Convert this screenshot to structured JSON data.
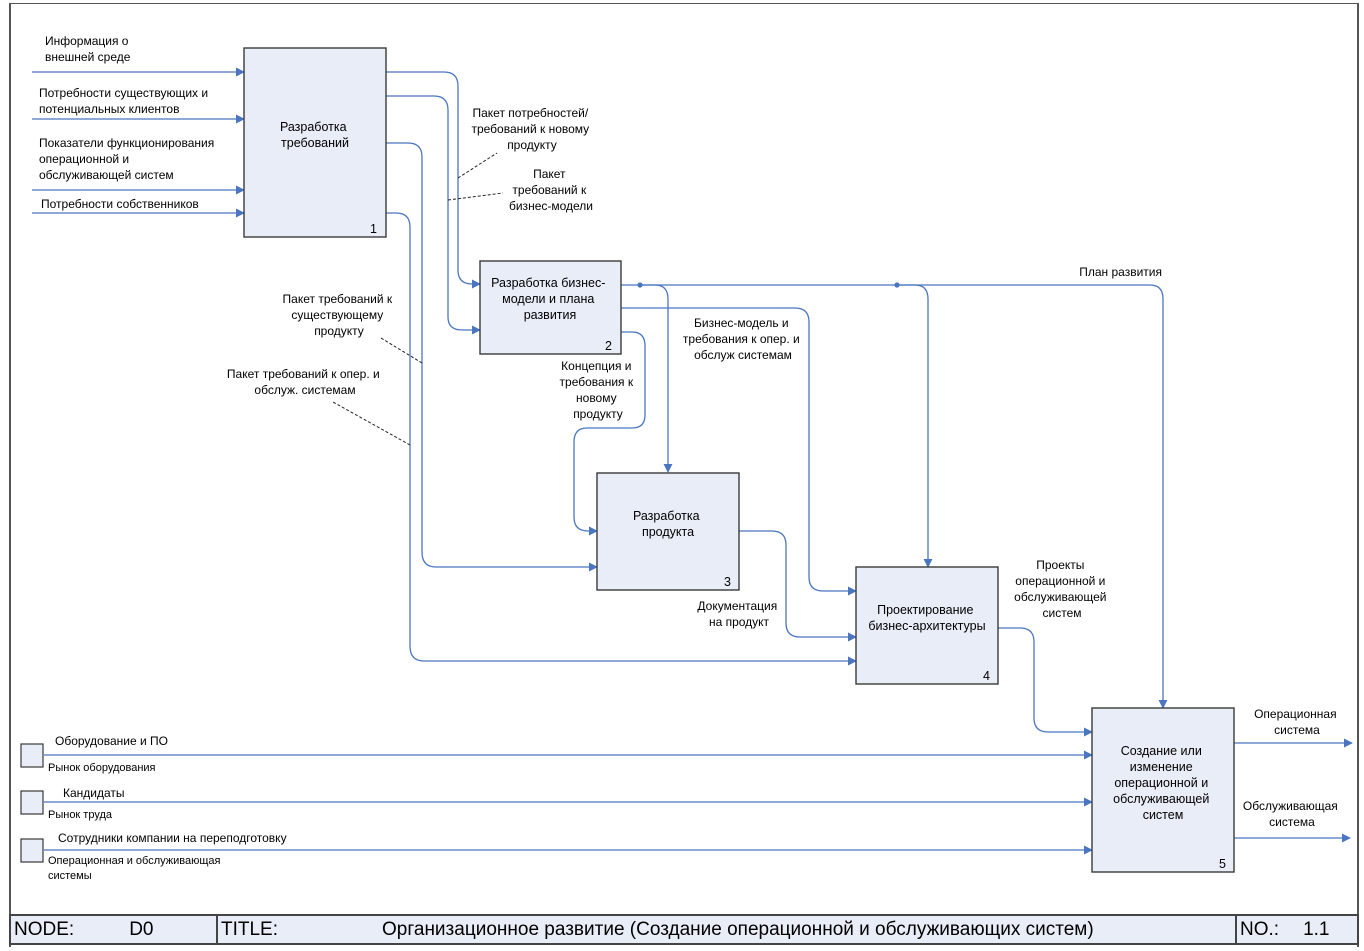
{
  "boxes": [
    {
      "id": 1,
      "title": [
        "Разработка",
        "требований"
      ],
      "number": "1"
    },
    {
      "id": 2,
      "title": [
        "Разработка бизнес-",
        "модели и плана",
        "развития"
      ],
      "number": "2"
    },
    {
      "id": 3,
      "title": [
        "Разработка",
        "продукта"
      ],
      "number": "3"
    },
    {
      "id": 4,
      "title": [
        "Проектирование",
        "бизнес-архитектуры"
      ],
      "number": "4"
    },
    {
      "id": 5,
      "title": [
        "Создание или",
        "изменение",
        "операционной и",
        "обслуживающей",
        "систем"
      ],
      "number": "5"
    }
  ],
  "inputs_box1": [
    {
      "label": [
        "Информация о",
        "внешней среде"
      ]
    },
    {
      "label": [
        "Потребности существующих и",
        "потенциальных клиентов"
      ]
    },
    {
      "label": [
        "Показатели функционирования",
        "операционной и",
        "обслуживающей систем"
      ]
    },
    {
      "label": [
        "Потребности собственников"
      ]
    }
  ],
  "arrows": {
    "need_package": [
      "Пакет потребностей/",
      "требований к новому",
      "продукту"
    ],
    "bm_requirements": [
      "Пакет",
      "требований к",
      "бизнес-модели"
    ],
    "existing_product": [
      "Пакет требований к",
      "существующему",
      "продукту"
    ],
    "op_systems_req": [
      "Пакет требований к опер. и",
      "обслуж. системам"
    ],
    "dev_plan": [
      "План развития"
    ],
    "bm_and_req": [
      "Бизнес-модель и",
      "требования к опер. и",
      "обслуж системам"
    ],
    "concept": [
      "Концепция и",
      "требования к",
      "новому",
      "продукту"
    ],
    "product_docs": [
      "Документация",
      "на продукт"
    ],
    "system_projects": [
      "Проекты",
      "операционной и",
      "обслуживающей",
      "систем"
    ],
    "operational_system": [
      "Операционная",
      "система"
    ],
    "service_system": [
      "Обслуживающая",
      "система"
    ]
  },
  "external_sources": [
    {
      "flow": "Оборудование и ПО",
      "source": [
        "Рынок оборудования"
      ]
    },
    {
      "flow": "Кандидаты",
      "source": [
        "Рынок труда"
      ]
    },
    {
      "flow": "Сотрудники компании на переподготовку",
      "source": [
        "Операционная и обслуживающая",
        "системы"
      ]
    }
  ],
  "footer": {
    "node_label": "NODE:",
    "node_value": "D0",
    "title_label": "TITLE:",
    "title_value": "Организационное развитие (Создание операционной и обслуживающих систем)",
    "no_label": "NO.:",
    "no_value": "1.1"
  },
  "colors": {
    "line": "#4a76c0",
    "box_fill": "#e8edf7",
    "box_stroke": "#3a3a3a"
  }
}
